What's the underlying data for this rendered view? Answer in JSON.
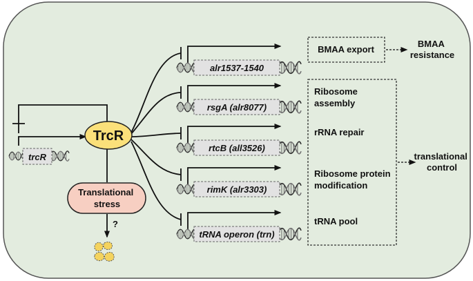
{
  "regulator": {
    "name": "TrcR",
    "gene": "trcR"
  },
  "stress": {
    "line1": "Translational",
    "line2": "stress",
    "question": "?"
  },
  "targets": [
    {
      "gene": "alr1537-1540"
    },
    {
      "gene": "rsgA (alr8077)"
    },
    {
      "gene": "rtcB (all3526)"
    },
    {
      "gene": "rimK (alr3303)"
    },
    {
      "gene": "tRNA operon (trn)"
    }
  ],
  "functions": {
    "bmaa_export": "BMAA export",
    "bmaa_resistance": {
      "line1": "BMAA",
      "line2": "resistance"
    },
    "ribosome_assembly": {
      "line1": "Ribosome",
      "line2": "assembly"
    },
    "rrna_repair": "rRNA repair",
    "ribosome_protein_mod": {
      "line1": "Ribosome protein",
      "line2": "modification"
    },
    "trna_pool": "tRNA pool",
    "translational_control": {
      "line1": "translational",
      "line2": "control"
    }
  },
  "colors": {
    "cell_fill": "#e3ecdf",
    "trcr_fill": "#fbe07a",
    "stress_fill": "#f7cfc2",
    "granule_fill": "#f4d35e",
    "gene_box_fill": "#e2e2e2"
  }
}
